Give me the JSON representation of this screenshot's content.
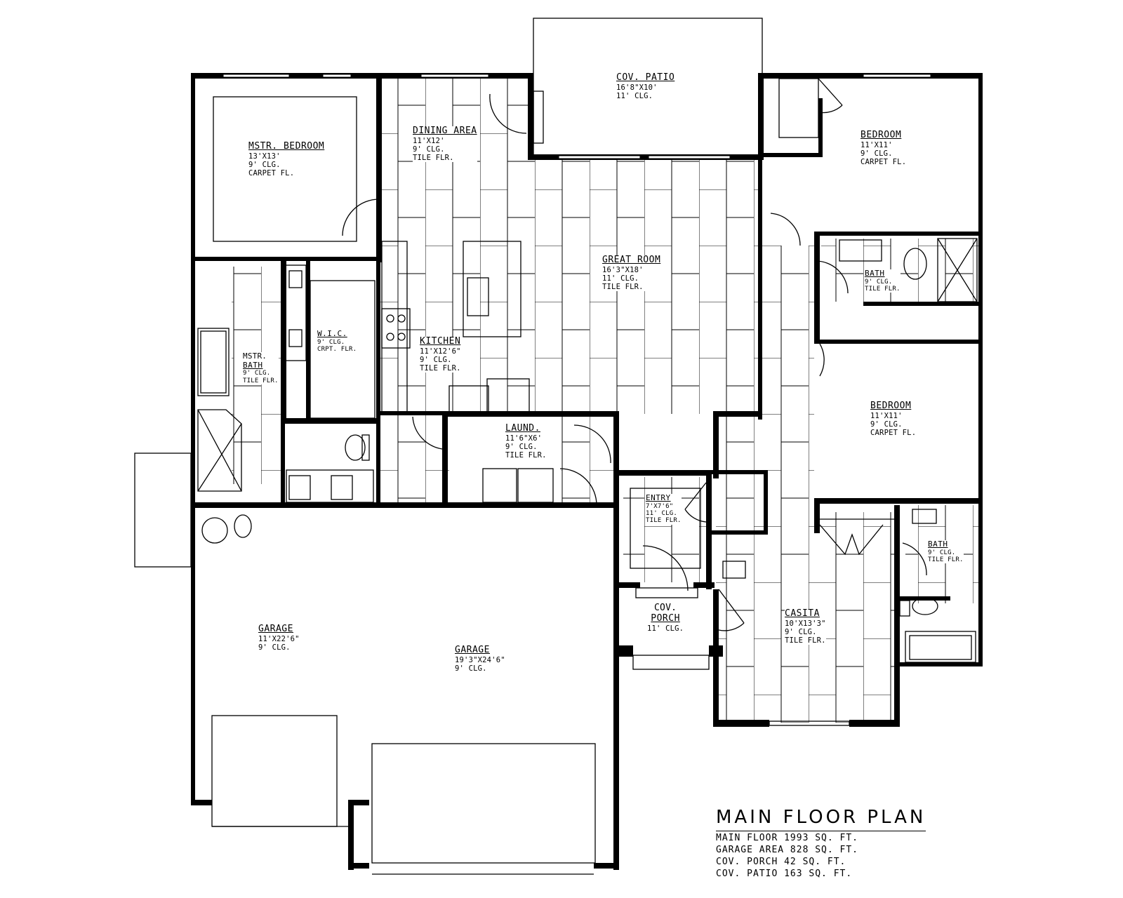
{
  "title_block": {
    "title": "MAIN FLOOR PLAN",
    "lines": [
      "MAIN FLOOR 1993 SQ. FT.",
      "GARAGE AREA 828 SQ. FT.",
      "COV. PORCH 42 SQ. FT.",
      "COV. PATIO 163 SQ. FT."
    ]
  },
  "rooms": {
    "cov_patio": {
      "name": "COV. PATIO",
      "dims": "16'8\"X10'",
      "ceiling": "11' CLG."
    },
    "mstr_bedroom": {
      "name": "MSTR. BEDROOM",
      "dims": "13'X13'",
      "ceiling": "9' CLG.",
      "floor": "CARPET FL."
    },
    "dining_area": {
      "name": "DINING AREA",
      "dims": "11'X12'",
      "ceiling": "9' CLG.",
      "floor": "TILE FLR."
    },
    "bedroom_1": {
      "name": "BEDROOM",
      "dims": "11'X11'",
      "ceiling": "9' CLG.",
      "floor": "CARPET FL."
    },
    "great_room": {
      "name": "GREAT ROOM",
      "dims": "16'3\"X18'",
      "ceiling": "11' CLG.",
      "floor": "TILE FLR."
    },
    "bath_1": {
      "name": "BATH",
      "ceiling": "9' CLG.",
      "floor": "TILE FLR."
    },
    "mstr_bath": {
      "name1": "MSTR.",
      "name2": "BATH",
      "ceiling": "9' CLG.",
      "floor": "TILE FLR."
    },
    "wic": {
      "name": "W.I.C.",
      "ceiling": "9' CLG.",
      "floor": "CRPT. FLR."
    },
    "kitchen": {
      "name": "KITCHEN",
      "dims": "11'X12'6\"",
      "ceiling": "9' CLG.",
      "floor": "TILE FLR."
    },
    "laund": {
      "name": "LAUND.",
      "dims": "11'6\"X6'",
      "ceiling": "9' CLG.",
      "floor": "TILE FLR."
    },
    "bedroom_2": {
      "name": "BEDROOM",
      "dims": "11'X11'",
      "ceiling": "9' CLG.",
      "floor": "CARPET FL."
    },
    "entry": {
      "name": "ENTRY",
      "dims": "7'X7'6\"",
      "ceiling": "11' CLG.",
      "floor": "TILE FLR."
    },
    "bath_2": {
      "name": "BATH",
      "ceiling": "9' CLG.",
      "floor": "TILE FLR."
    },
    "cov_porch": {
      "name1": "COV.",
      "name2": "PORCH",
      "ceiling": "11' CLG."
    },
    "casita": {
      "name": "CASITA",
      "dims": "10'X13'3\"",
      "ceiling": "9' CLG.",
      "floor": "TILE FLR."
    },
    "garage_1": {
      "name": "GARAGE",
      "dims": "11'X22'6\"",
      "ceiling": "9' CLG."
    },
    "garage_2": {
      "name": "GARAGE",
      "dims": "19'3\"X24'6\"",
      "ceiling": "9' CLG."
    }
  },
  "colors": {
    "line": "#000000",
    "background": "#ffffff"
  }
}
